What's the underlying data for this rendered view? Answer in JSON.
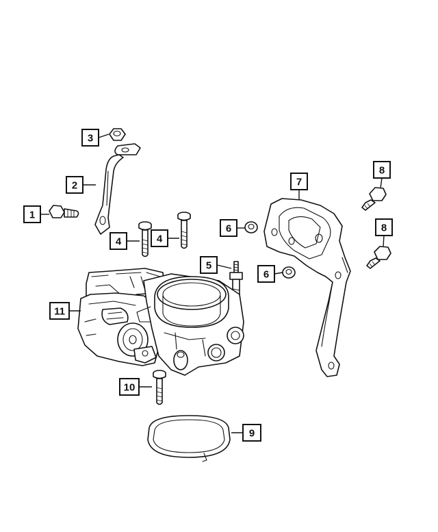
{
  "diagram": {
    "callouts": [
      {
        "id": "c1",
        "label": "1"
      },
      {
        "id": "c2",
        "label": "2"
      },
      {
        "id": "c3",
        "label": "3"
      },
      {
        "id": "c4a",
        "label": "4"
      },
      {
        "id": "c4b",
        "label": "4"
      },
      {
        "id": "c5",
        "label": "5"
      },
      {
        "id": "c6a",
        "label": "6"
      },
      {
        "id": "c6b",
        "label": "6"
      },
      {
        "id": "c7",
        "label": "7"
      },
      {
        "id": "c8a",
        "label": "8"
      },
      {
        "id": "c8b",
        "label": "8"
      },
      {
        "id": "c9",
        "label": "9"
      },
      {
        "id": "c10",
        "label": "10"
      },
      {
        "id": "c11",
        "label": "11"
      }
    ],
    "colors": {
      "line": "#111111",
      "background": "#ffffff"
    }
  }
}
